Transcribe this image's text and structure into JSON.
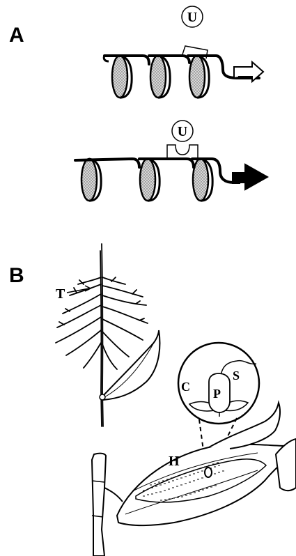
{
  "panels": {
    "a": {
      "letter": "A",
      "protein_label_top": "U",
      "protein_label_bottom": "U"
    },
    "b": {
      "letter": "B",
      "labels": {
        "tassel": "T",
        "husk": "H",
        "carpel": "C",
        "pistil": "P",
        "silk": "S"
      }
    }
  },
  "colors": {
    "ink": "#000000",
    "stipple": "#c8c8c8",
    "background": "#ffffff"
  }
}
